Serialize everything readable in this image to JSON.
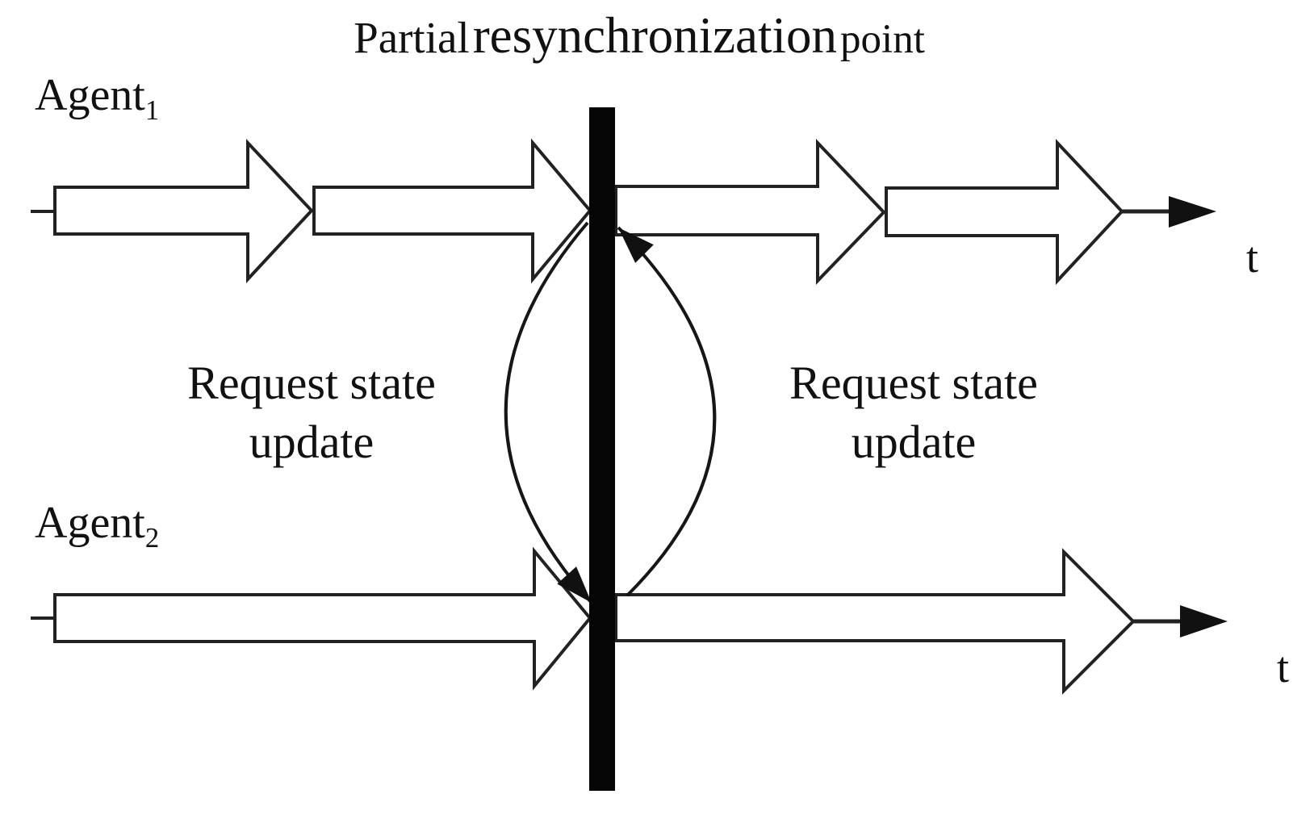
{
  "title": {
    "word1": "Partial",
    "word2": "resynchronization",
    "word3": "point",
    "full": "Partial resynchronization point"
  },
  "agents": [
    {
      "label": "Agent",
      "subscript": "1"
    },
    {
      "label": "Agent",
      "subscript": "2"
    }
  ],
  "labels": {
    "request_left": {
      "line1": "Request state",
      "line2": "update"
    },
    "request_right": {
      "line1": "Request state",
      "line2": "update"
    },
    "time_axis_top": "t",
    "time_axis_bottom": "t"
  },
  "colors": {
    "ink": "#1c1c1c",
    "bar": "#050505",
    "background": "#ffffff"
  },
  "diagram": {
    "type": "sequence-timeline",
    "sync_point_label": "Partial resynchronization point",
    "timelines": [
      {
        "agent": "Agent1",
        "axis_label": "t",
        "segments_before_sync": 2,
        "segments_after_sync": 2
      },
      {
        "agent": "Agent2",
        "axis_label": "t",
        "segments_before_sync": 1,
        "segments_after_sync": 1
      }
    ],
    "messages": [
      {
        "from": "Agent1",
        "to": "Agent2",
        "label": "Request state update",
        "side": "left-of-bar"
      },
      {
        "from": "Agent2",
        "to": "Agent1",
        "label": "Request state update",
        "side": "right-of-bar"
      }
    ]
  }
}
